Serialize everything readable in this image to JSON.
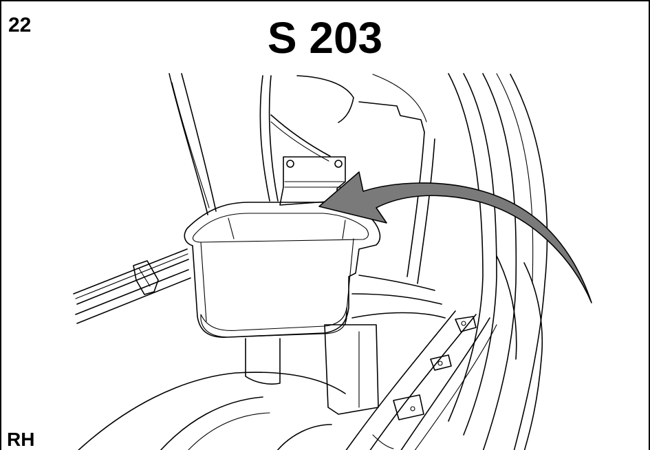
{
  "header": {
    "step_number": "22",
    "model_code": "S 203"
  },
  "footer": {
    "side_label": "RH"
  },
  "colors": {
    "line": "#000000",
    "tray_fill": "#b8b8b8",
    "tray_shadow": "#9a9a9a",
    "arrow_fill": "#777777",
    "background": "#ffffff"
  }
}
